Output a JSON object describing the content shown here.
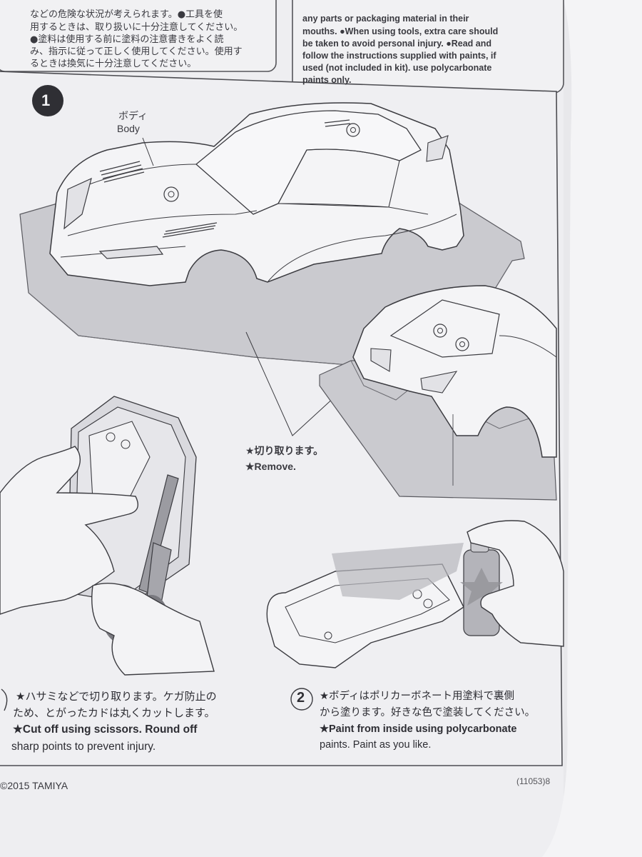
{
  "warning_jp": [
    "などの危険な状況が考えられます。●工具を使",
    "用するときは、取り扱いに十分注意してください。",
    "●塗料は使用する前に塗料の注意書きをよく読",
    "み、指示に従って正しく使用してください。使用す",
    "るときは換気に十分注意してください。"
  ],
  "warning_en": [
    "any parts or packaging material in their",
    "mouths. ●When using tools, extra care should",
    "be taken to avoid personal injury. ●Read and",
    "follow the instructions supplied with paints, if",
    "used (not included in kit). use polycarbonate",
    "paints only."
  ],
  "step1": {
    "number": "1",
    "body_label_jp": "ボディ",
    "body_label_en": "Body",
    "remove_jp": "★切り取ります。",
    "remove_en": "★Remove."
  },
  "caption_left": {
    "jp_line1": "★ハサミなどで切り取ります。ケガ防止の",
    "jp_line2": "ため、とがったカドは丸くカットします。",
    "en_line1": "★Cut off using scissors. Round off",
    "en_line2": "sharp points to prevent injury."
  },
  "step2": {
    "number": "2",
    "jp_line1": "★ボディはポリカーボネート用塗料で裏側",
    "jp_line2": "から塗ります。好きな色で塗装してください。",
    "en_line1": "★Paint from inside using polycarbonate",
    "en_line2": "paints. Paint as you like."
  },
  "footer": {
    "copyright": "©2015 TAMIYA",
    "code": "(11053)8"
  },
  "colors": {
    "paper": "#eeeef1",
    "tray": "#c9c9ce",
    "ink": "#3b3b40"
  }
}
